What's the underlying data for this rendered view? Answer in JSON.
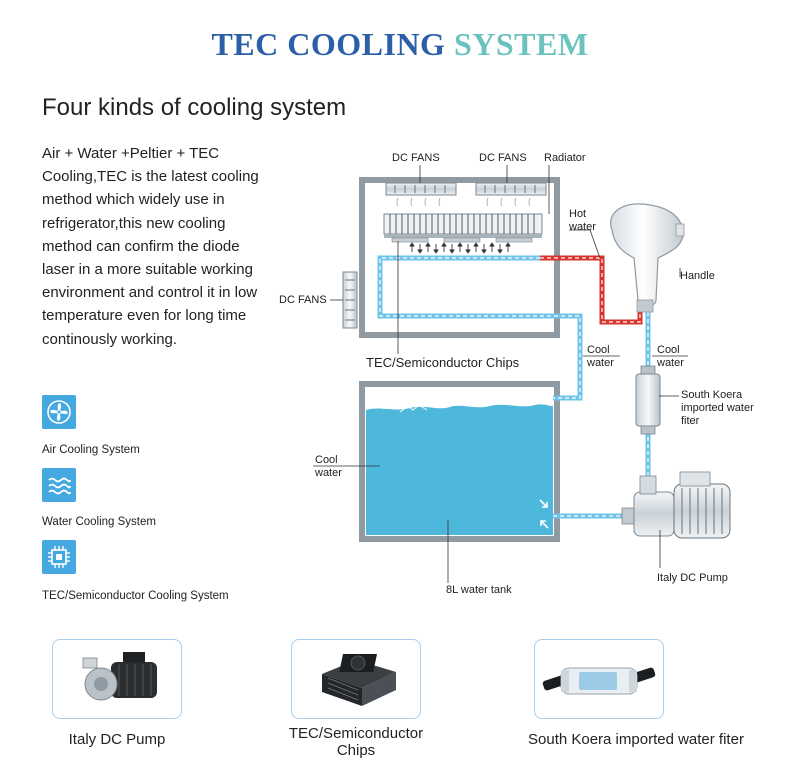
{
  "header": {
    "title_part1": "TEC COOLING",
    "title_part2": "SYSTEM",
    "subtitle": "Four kinds of cooling system"
  },
  "description": "Air + Water +Peltier + TEC Cooling,TEC is the latest cooling method which widely use in refrigerator,this new cooling method can confirm the diode laser in a more suitable working environment and control it in low temperature even for long time continously working.",
  "systems": [
    {
      "label": "Air Cooling System",
      "icon": "fan-icon"
    },
    {
      "label": "Water Cooling System",
      "icon": "water-waves-icon"
    },
    {
      "label": "TEC/Semiconductor Cooling System",
      "icon": "chip-icon"
    }
  ],
  "diagram": {
    "labels": {
      "dc_fans_top_left": "DC FANS",
      "dc_fans_top_right": "DC FANS",
      "radiator": "Radiator",
      "hot_water": "Hot water",
      "handle": "Handle",
      "dc_fans_side": "DC FANS",
      "tec_chips": "TEC/Semiconductor Chips",
      "cool_water_center": "Cool water",
      "cool_water_right": "Cool water",
      "filter": "South Koera imported water fiter",
      "cool_water_tank": "Cool water",
      "tank": "8L water tank",
      "pump": "Italy DC Pump"
    },
    "colors": {
      "cool_pipe": "#6fc3e8",
      "hot_pipe": "#d9312b",
      "water": "#4db8dc",
      "frame": "#8f9aa3"
    }
  },
  "cards": [
    {
      "label": "Italy DC Pump",
      "icon": "pump-photo-icon"
    },
    {
      "label": "TEC/Semiconductor Chips",
      "icon": "tec-chip-photo-icon"
    },
    {
      "label": "South Koera imported water fiter",
      "icon": "water-filter-photo-icon"
    }
  ]
}
